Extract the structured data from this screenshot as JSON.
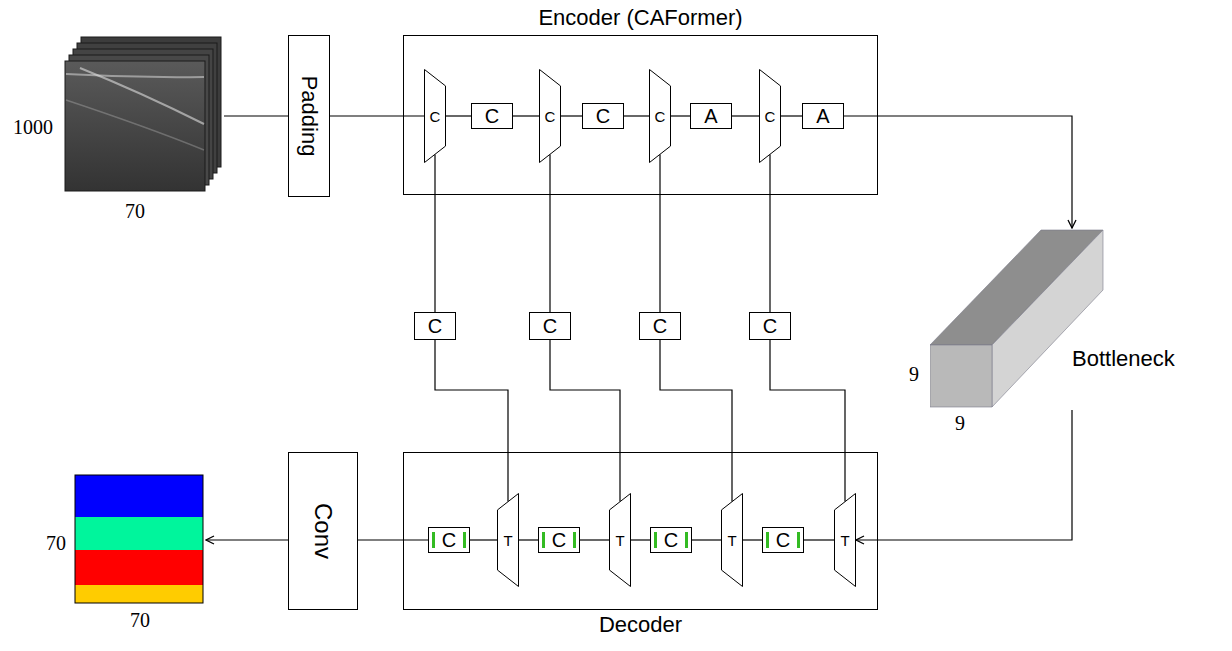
{
  "diagram": {
    "nodes": [
      {
        "text": [
          "Padding"
        ]
      },
      {
        "text": [
          "Encoder (CAFormer)"
        ]
      },
      {
        "text": [
          "C"
        ],
        "in": 1
      },
      {
        "text": [
          "C"
        ],
        "in": 1
      },
      {
        "text": [
          "C"
        ],
        "in": 1
      },
      {
        "text": [
          "C"
        ],
        "in": 1
      },
      {
        "text": [
          "C"
        ],
        "in": 1
      },
      {
        "text": [
          "A"
        ],
        "in": 1
      },
      {
        "text": [
          "C"
        ],
        "in": 1
      },
      {
        "text": [
          "A"
        ],
        "in": 1
      },
      {
        "text": [
          "C"
        ]
      },
      {
        "text": [
          "C"
        ]
      },
      {
        "text": [
          "C"
        ]
      },
      {
        "text": [
          "C"
        ]
      },
      {
        "text": [
          "Bottleneck"
        ]
      },
      {
        "text": [
          "Decoder"
        ]
      },
      {
        "text": [
          "C"
        ],
        "in": 15
      },
      {
        "text": [
          "T"
        ],
        "in": 15
      },
      {
        "text": [
          "C"
        ],
        "in": 15
      },
      {
        "text": [
          "T"
        ],
        "in": 15
      },
      {
        "text": [
          "C"
        ],
        "in": 15
      },
      {
        "text": [
          "T"
        ],
        "in": 15
      },
      {
        "text": [
          "C"
        ],
        "in": 15
      },
      {
        "text": [
          "T"
        ],
        "in": 15
      },
      {
        "text": [
          "Conv"
        ]
      }
    ],
    "edges": [
      {
        "from": 0,
        "to": 2,
        "arrow": "none"
      },
      {
        "from": 2,
        "to": 3,
        "arrow": "none"
      },
      {
        "from": 3,
        "to": 4,
        "arrow": "none"
      },
      {
        "from": 4,
        "to": 5,
        "arrow": "none"
      },
      {
        "from": 5,
        "to": 6,
        "arrow": "none"
      },
      {
        "from": 6,
        "to": 7,
        "arrow": "none"
      },
      {
        "from": 7,
        "to": 8,
        "arrow": "none"
      },
      {
        "from": 8,
        "to": 9,
        "arrow": "none"
      },
      {
        "from": 9,
        "to": 14,
        "arrow": "to"
      },
      {
        "from": 2,
        "to": 10,
        "arrow": "none"
      },
      {
        "from": 4,
        "to": 11,
        "arrow": "none"
      },
      {
        "from": 6,
        "to": 12,
        "arrow": "none"
      },
      {
        "from": 8,
        "to": 13,
        "arrow": "none"
      },
      {
        "from": 10,
        "to": 17,
        "arrow": "none"
      },
      {
        "from": 11,
        "to": 19,
        "arrow": "none"
      },
      {
        "from": 12,
        "to": 21,
        "arrow": "none"
      },
      {
        "from": 13,
        "to": 23,
        "arrow": "none"
      },
      {
        "from": 14,
        "to": 23,
        "arrow": "to"
      },
      {
        "from": 23,
        "to": 22,
        "arrow": "none"
      },
      {
        "from": 22,
        "to": 21,
        "arrow": "none"
      },
      {
        "from": 21,
        "to": 20,
        "arrow": "none"
      },
      {
        "from": 20,
        "to": 19,
        "arrow": "none"
      },
      {
        "from": 19,
        "to": 18,
        "arrow": "none"
      },
      {
        "from": 18,
        "to": 17,
        "arrow": "none"
      },
      {
        "from": 17,
        "to": 16,
        "arrow": "none"
      },
      {
        "from": 16,
        "to": 24,
        "arrow": "none"
      }
    ],
    "labels": [
      "1000",
      "70",
      "9",
      "9",
      "70",
      "70"
    ]
  }
}
